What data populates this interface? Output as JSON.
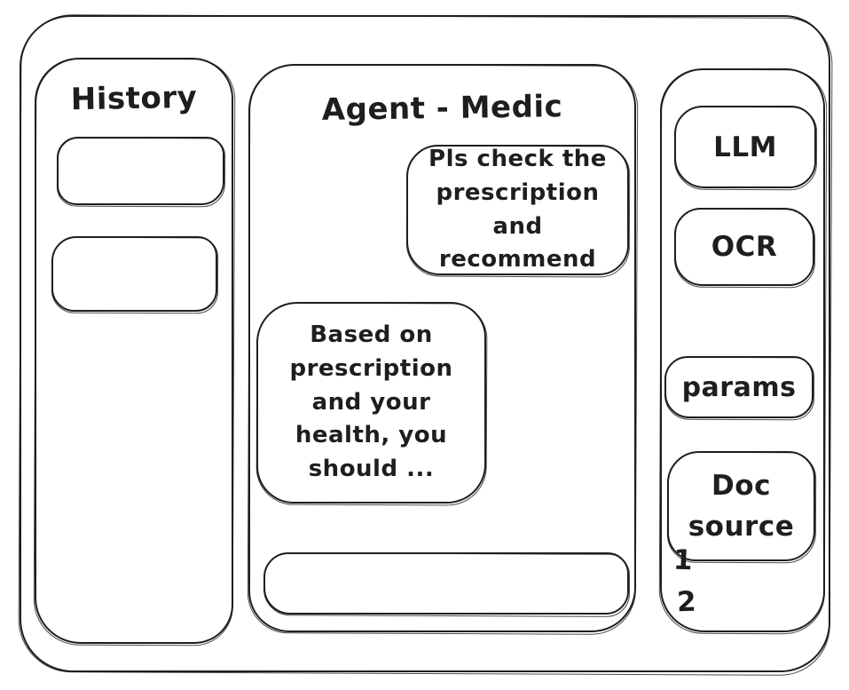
{
  "history": {
    "title": "History",
    "items": [
      {
        "label": ""
      },
      {
        "label": ""
      }
    ]
  },
  "chat": {
    "title": "Agent - Medic",
    "messages": [
      {
        "role": "user",
        "text": "Pls check the prescription and recommend"
      },
      {
        "role": "assistant",
        "text": "Based on prescription and your health, you should ..."
      }
    ],
    "input": {
      "value": "",
      "placeholder": ""
    }
  },
  "tools": {
    "items": [
      {
        "label": "LLM"
      },
      {
        "label": "OCR"
      },
      {
        "label": "params"
      },
      {
        "label": "Doc source"
      }
    ],
    "footnotes": [
      {
        "label": "1"
      },
      {
        "label": "2"
      }
    ]
  },
  "colors": {
    "stroke": "#1e1e1e",
    "background": "#ffffff"
  }
}
